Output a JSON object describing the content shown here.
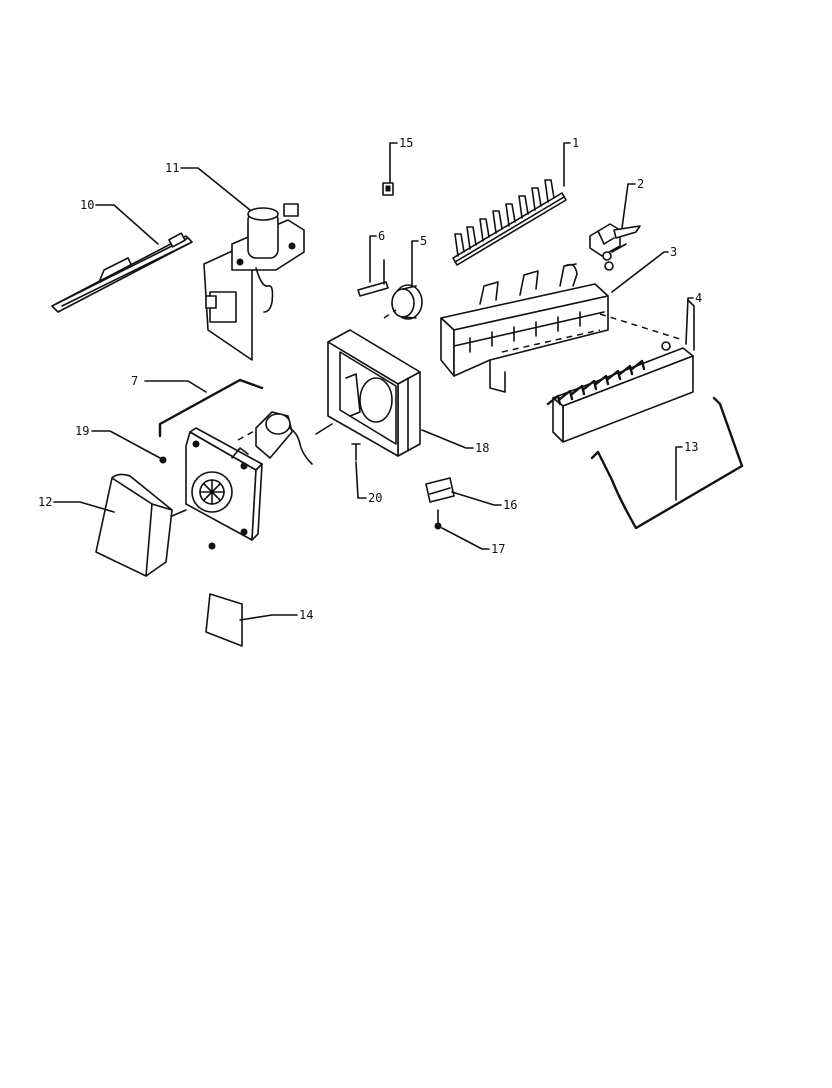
{
  "callouts": [
    {
      "id": "1",
      "text": "1"
    },
    {
      "id": "2",
      "text": "2"
    },
    {
      "id": "3",
      "text": "3"
    },
    {
      "id": "4",
      "text": "4"
    },
    {
      "id": "5",
      "text": "5"
    },
    {
      "id": "6",
      "text": "6"
    },
    {
      "id": "7",
      "text": "7"
    },
    {
      "id": "10",
      "text": "10"
    },
    {
      "id": "11",
      "text": "11"
    },
    {
      "id": "12",
      "text": "12"
    },
    {
      "id": "13",
      "text": "13"
    },
    {
      "id": "14",
      "text": "14"
    },
    {
      "id": "15",
      "text": "15"
    },
    {
      "id": "16",
      "text": "16"
    },
    {
      "id": "17",
      "text": "17"
    },
    {
      "id": "18",
      "text": "18"
    },
    {
      "id": "19",
      "text": "19"
    },
    {
      "id": "20",
      "text": "20"
    }
  ]
}
